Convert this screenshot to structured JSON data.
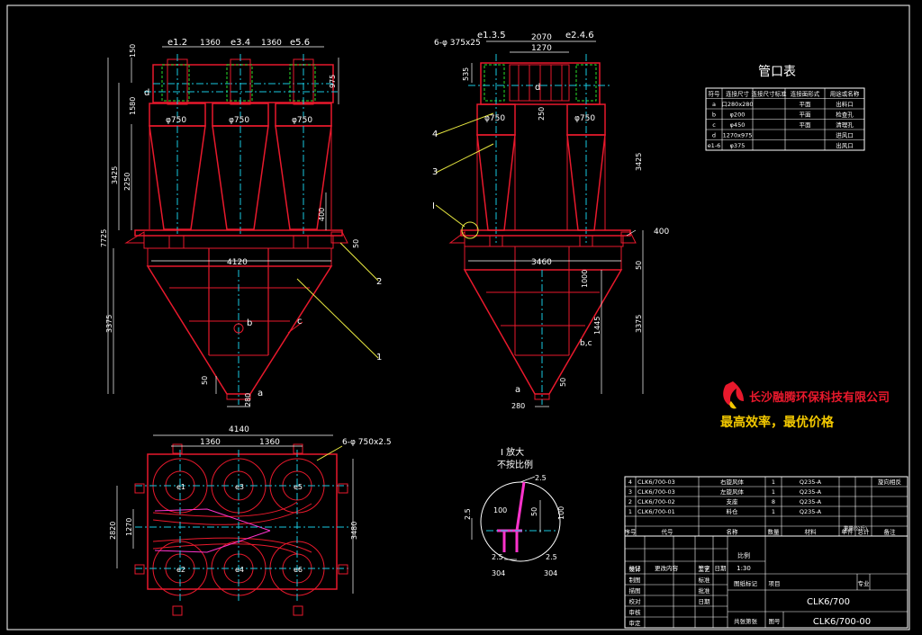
{
  "main_view": {
    "inlet_labels": [
      "e1.2",
      "e3.4",
      "e5.6"
    ],
    "dim_1360": "1360",
    "dim_150": "150",
    "dim_1580": "1580",
    "dim_975": "975",
    "dim_d": "d",
    "dim_phi750": "φ750",
    "dim_3425": "3425",
    "dim_2250": "2250",
    "dim_7725": "7725",
    "dim_400": "400",
    "dim_4120": "4120",
    "dim_50": "50",
    "dim_3375": "3375",
    "dim_280": "280",
    "label_b": "b",
    "label_c": "c",
    "label_a": "a",
    "leader_2": "2",
    "leader_1": "1"
  },
  "side_view": {
    "top_left_label": "6-φ 375x25",
    "e135": "e1.3.5",
    "e246": "e2.4.6",
    "dim_2070": "2070",
    "dim_1270": "1270",
    "dim_535": "535",
    "dim_d": "d",
    "dim_phi750": "φ750",
    "dim_250": "250",
    "dim_3425": "3425",
    "dim_400": "400",
    "dim_3460": "3460",
    "dim_50": "50",
    "dim_1000": "1000",
    "dim_1445": "1445",
    "dim_3375": "3375",
    "dim_bc": "b,c",
    "dim_a": "a",
    "dim_280": "280",
    "leader_4": "4",
    "leader_3": "3",
    "leader_I": "I"
  },
  "plan_view": {
    "dim_4140": "4140",
    "dim_1360": "1360",
    "label_6phi": "6-φ 750x2.5",
    "dim_2820": "2820",
    "dim_1270": "1270",
    "dim_3480": "3480",
    "inner_labels": [
      "e1",
      "e3",
      "e5",
      "e2",
      "e4",
      "e6"
    ]
  },
  "detail": {
    "title": "I 放大",
    "subtitle": "不按比例",
    "d25a": "2.5",
    "d100a": "100",
    "d50": "50",
    "d100b": "100",
    "d25b": "2.5",
    "d25c": "2.5",
    "d304a": "304",
    "d25d": "2.5",
    "d304b": "304"
  },
  "nozzle_table": {
    "title": "管口表",
    "headers": [
      "符号",
      "连接尺寸",
      "连接尺寸标准",
      "连接面形式",
      "用途或名称"
    ],
    "rows": [
      [
        "a",
        "口280x280",
        "",
        "平面",
        "出料口"
      ],
      [
        "b",
        "φ200",
        "",
        "平面",
        "检查孔"
      ],
      [
        "c",
        "φ450",
        "",
        "平面",
        "清理孔"
      ],
      [
        "d",
        "1270x975",
        "",
        "",
        "进风口"
      ],
      [
        "e1-6",
        "φ375",
        "",
        "",
        "出风口"
      ]
    ]
  },
  "company": {
    "name": "长沙融腾环保科技有限公司",
    "slogan": "最高效率，最优价格"
  },
  "parts_list": {
    "rows": [
      [
        "4",
        "CLK6/700-03",
        "右旋风体",
        "1",
        "Q235-A",
        "",
        "",
        "旋向相反"
      ],
      [
        "3",
        "CLK6/700-03",
        "左旋风体",
        "1",
        "Q235-A",
        "",
        "",
        ""
      ],
      [
        "2",
        "CLK6/700-02",
        "支座",
        "8",
        "Q235-A",
        "",
        "",
        ""
      ],
      [
        "1",
        "CLK6/700-01",
        "料仓",
        "1",
        "Q235-A",
        "",
        "",
        ""
      ]
    ],
    "header": [
      "序号",
      "代号",
      "名称",
      "数量",
      "材料",
      "单件",
      "总计",
      "备注"
    ],
    "header_sub": "重量(公斤)"
  },
  "title_block": {
    "scale_label": "比例",
    "scale_value": "1:30",
    "marks_label": "标记",
    "change_label": "更改内容",
    "sign_label": "签字",
    "date_label": "日期",
    "rows_left": [
      "设计",
      "制图",
      "描图",
      "校对",
      "审核",
      "审定"
    ],
    "rows_mid": [
      "工艺",
      "标准",
      "批准",
      "日期",
      "",
      ""
    ],
    "project_label": "项目",
    "spec_label": "专业",
    "drawing_name": "CLK6/700",
    "total_label": "共张第张",
    "drawing_no_label": "图号",
    "drawing_no": "CLK6/700-00",
    "stage_label": "图纸标记"
  }
}
